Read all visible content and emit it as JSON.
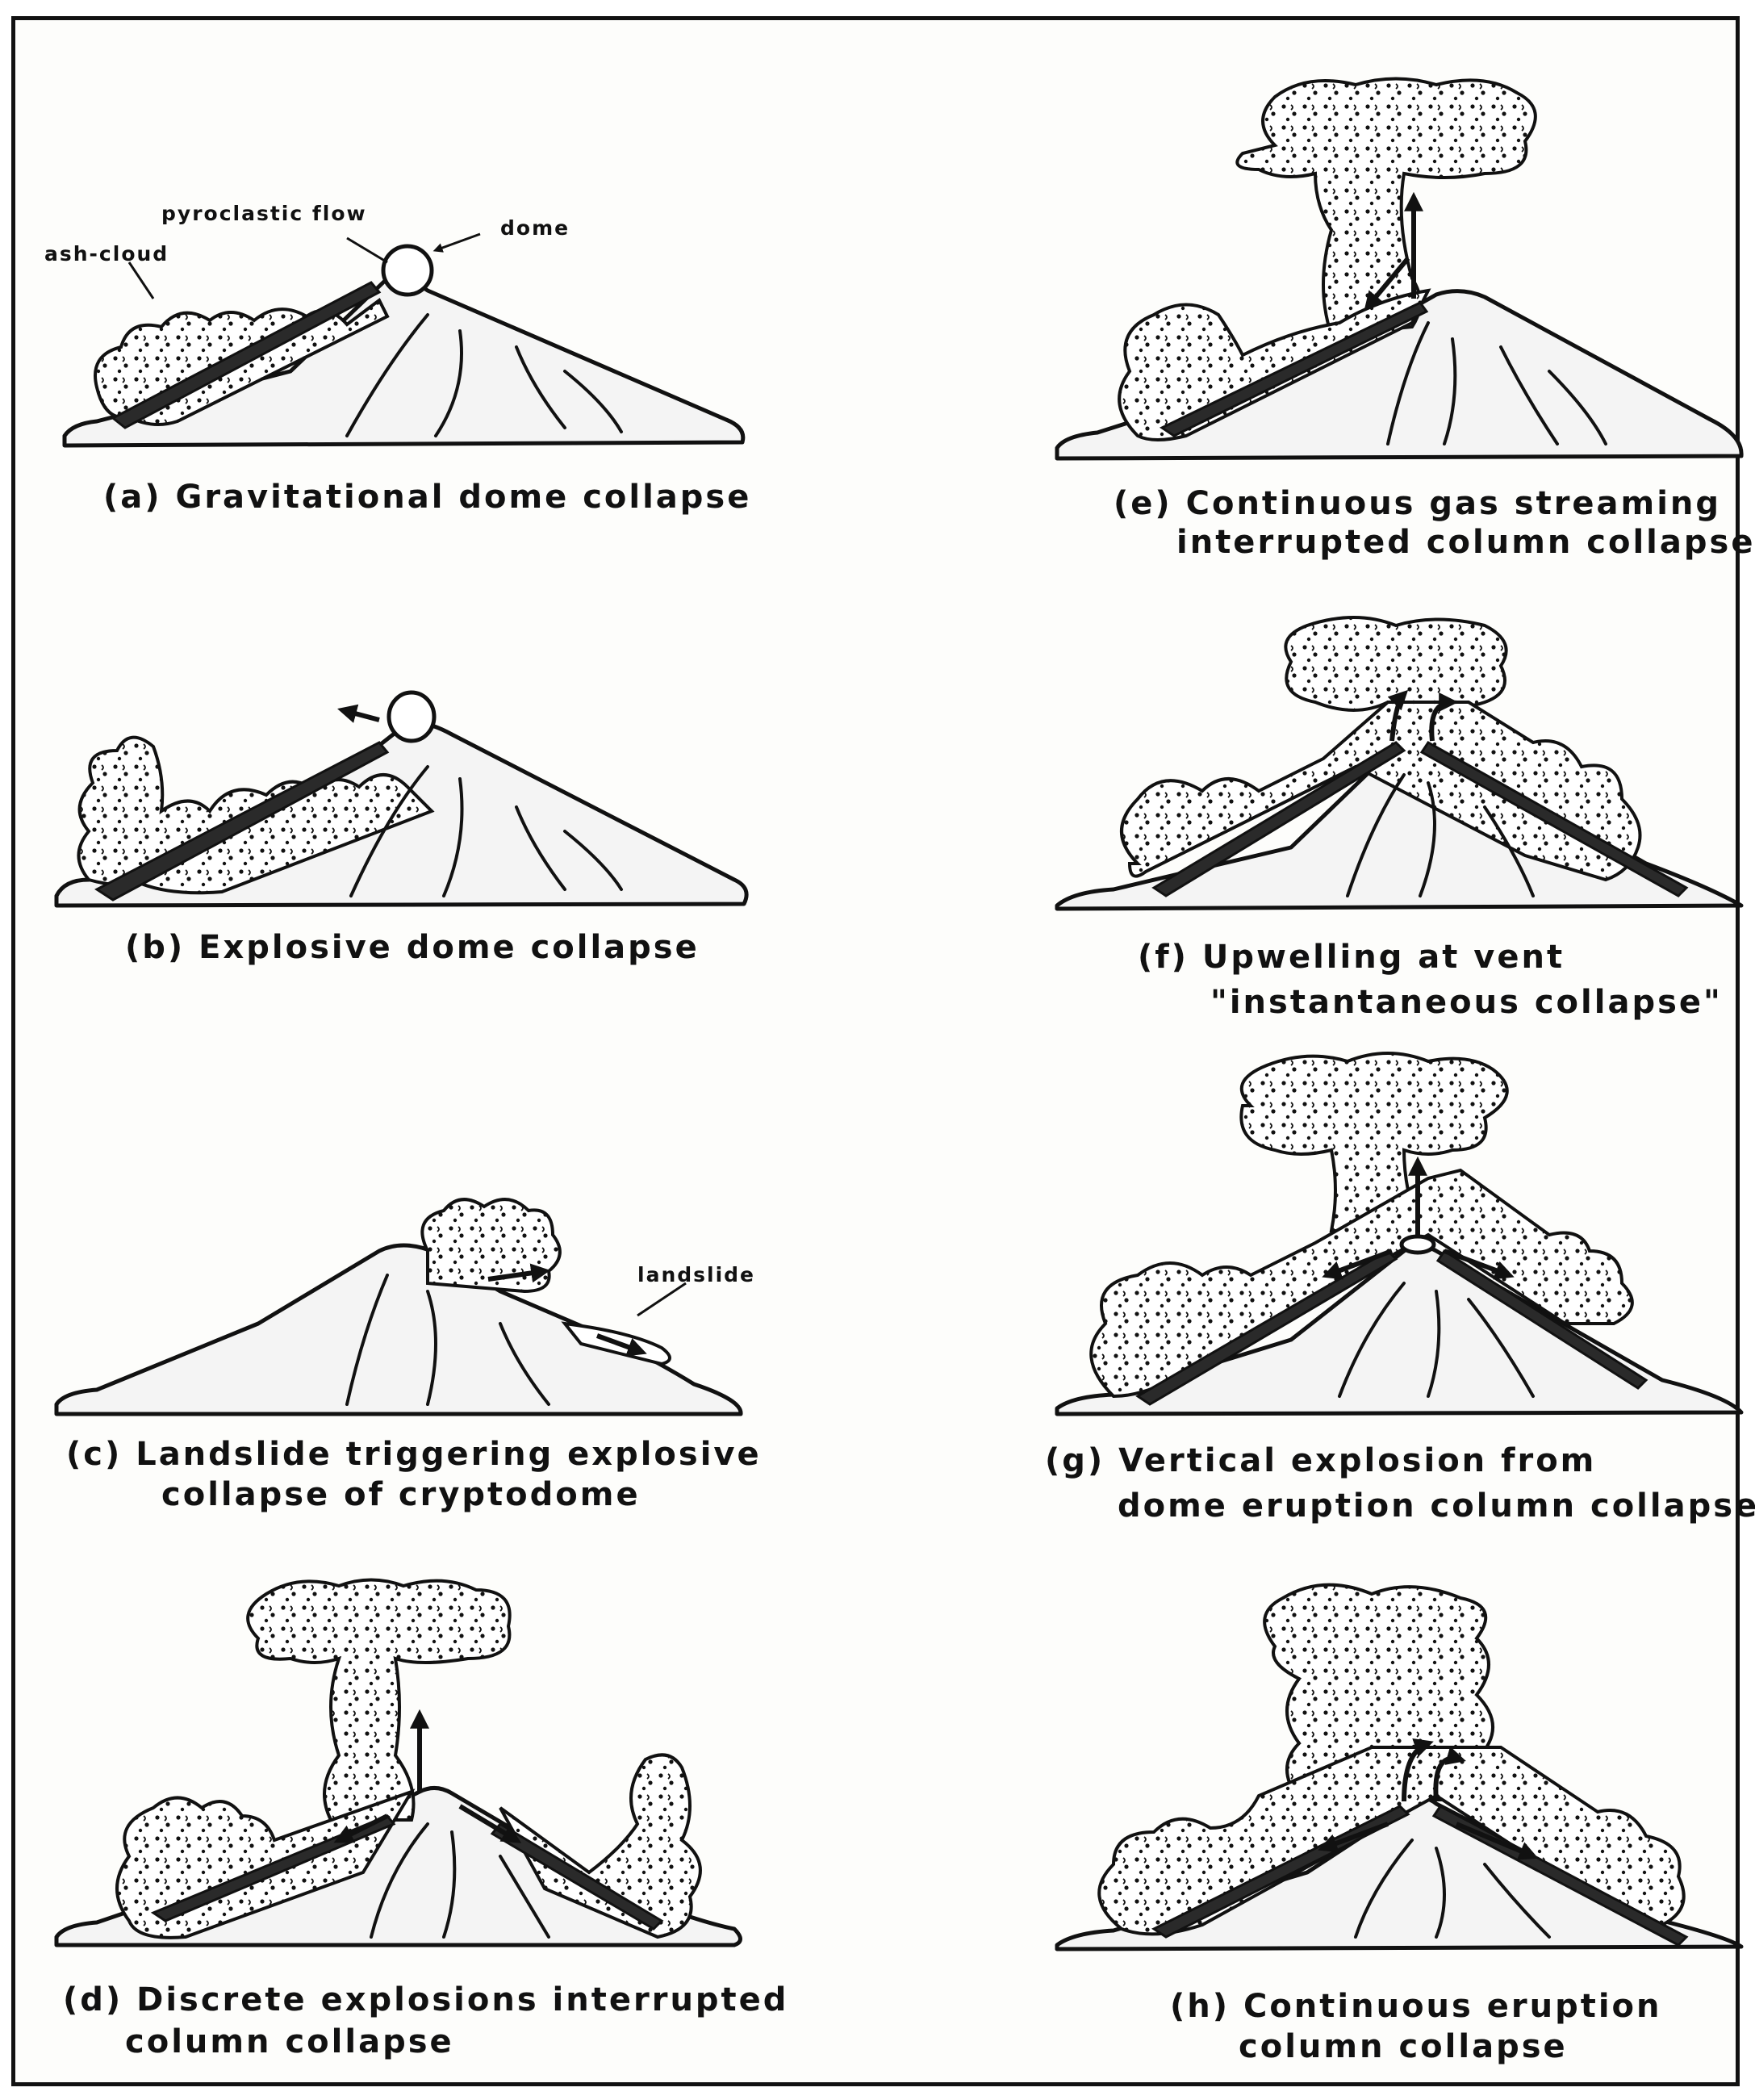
{
  "panels": {
    "a": {
      "caption": "(a) Gravitational dome collapse",
      "labels": {
        "ash_cloud": "ash-cloud",
        "pyroclastic_flow": "pyroclastic flow",
        "dome": "dome"
      }
    },
    "b": {
      "caption": "(b) Explosive dome collapse"
    },
    "c": {
      "caption_line1": "(c) Landslide triggering explosive",
      "caption_line2": "collapse of cryptodome",
      "labels": {
        "landslide": "landslide"
      }
    },
    "d": {
      "caption_line1": "(d) Discrete explosions interrupted",
      "caption_line2": "column collapse"
    },
    "e": {
      "caption_line1": "(e) Continuous gas streaming",
      "caption_line2": "interrupted column collapse"
    },
    "f": {
      "caption_line1": "(f) Upwelling at vent",
      "caption_line2": "\"instantaneous collapse\""
    },
    "g": {
      "caption_line1": "(g) Vertical explosion from",
      "caption_line2": "dome eruption column collapse"
    },
    "h": {
      "caption_line1": "(h) Continuous eruption",
      "caption_line2": "column collapse"
    }
  }
}
